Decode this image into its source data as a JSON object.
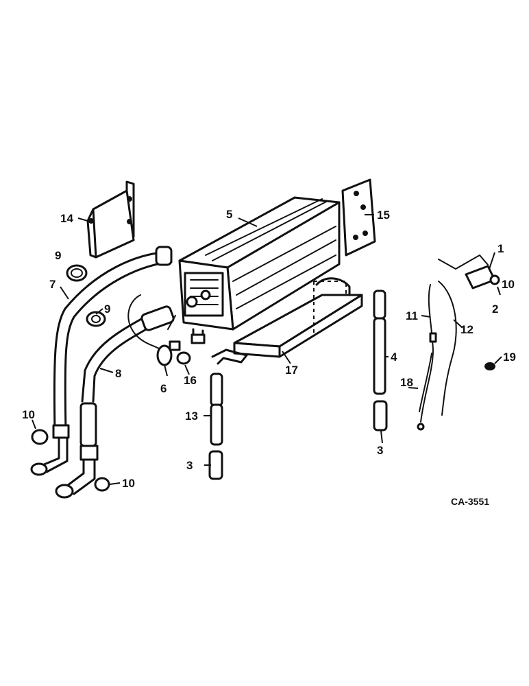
{
  "figure_code": "CA-3551",
  "callouts": {
    "c1": "1",
    "c2": "2",
    "c3a": "3",
    "c3b": "3",
    "c4": "4",
    "c5": "5",
    "c6": "6",
    "c7": "7",
    "c8": "8",
    "c9a": "9",
    "c9b": "9",
    "c10a": "10",
    "c10b": "10",
    "c11": "11",
    "c12": "12",
    "c13": "13",
    "c14": "14",
    "c15": "15",
    "c16": "16",
    "c17": "17",
    "c18": "18",
    "c19": "19",
    "c0": "10"
  }
}
